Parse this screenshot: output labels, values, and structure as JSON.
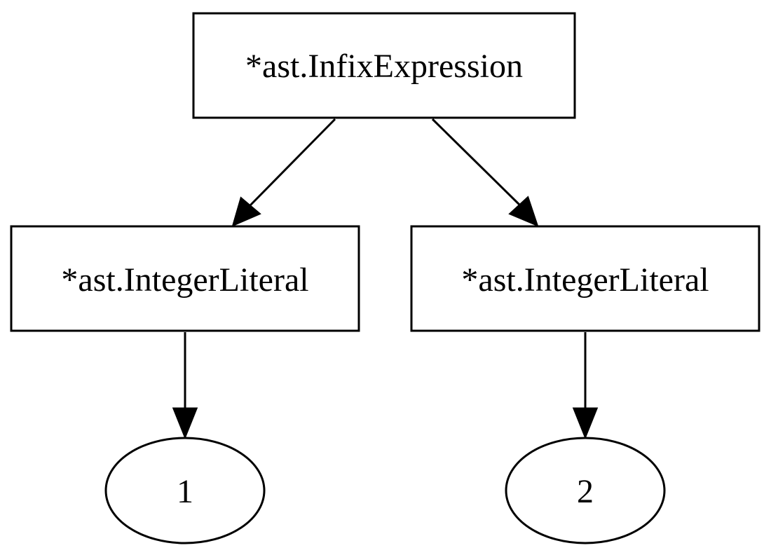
{
  "diagram": {
    "type": "tree",
    "nodes": {
      "root": {
        "label": "*ast.InfixExpression",
        "shape": "box"
      },
      "left": {
        "label": "*ast.IntegerLiteral",
        "shape": "box"
      },
      "right": {
        "label": "*ast.IntegerLiteral",
        "shape": "box"
      },
      "left_value": {
        "label": "1",
        "shape": "ellipse"
      },
      "right_value": {
        "label": "2",
        "shape": "ellipse"
      }
    },
    "edges": [
      {
        "from": "root",
        "to": "left"
      },
      {
        "from": "root",
        "to": "right"
      },
      {
        "from": "left",
        "to": "left_value"
      },
      {
        "from": "right",
        "to": "right_value"
      }
    ],
    "colors": {
      "stroke": "#000000",
      "fill": "#ffffff",
      "background": "#ffffff"
    }
  }
}
